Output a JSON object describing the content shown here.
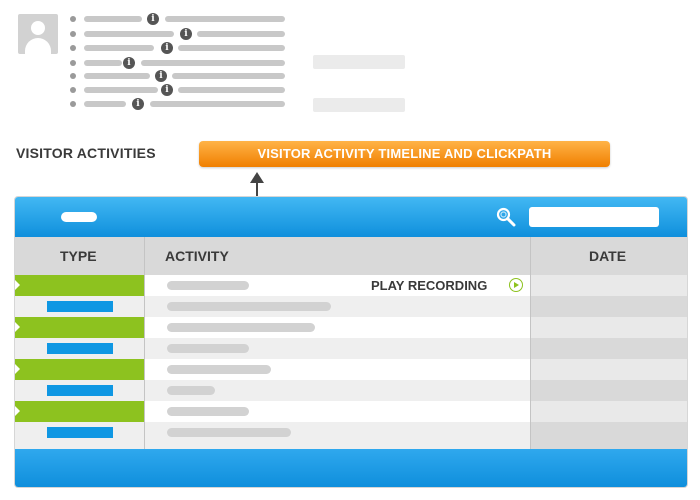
{
  "section_label": "VISITOR ACTIVITIES",
  "callout_label": "VISITOR ACTIVITY TIMELINE AND CLICKPATH",
  "table": {
    "columns": {
      "type": "TYPE",
      "activity": "ACTIVITY",
      "date": "DATE"
    },
    "play_recording_label": "PLAY RECORDING"
  },
  "colors": {
    "accent_blue": "#0f97e3",
    "accent_green": "#8dc21f",
    "accent_orange": "#f5900a"
  }
}
